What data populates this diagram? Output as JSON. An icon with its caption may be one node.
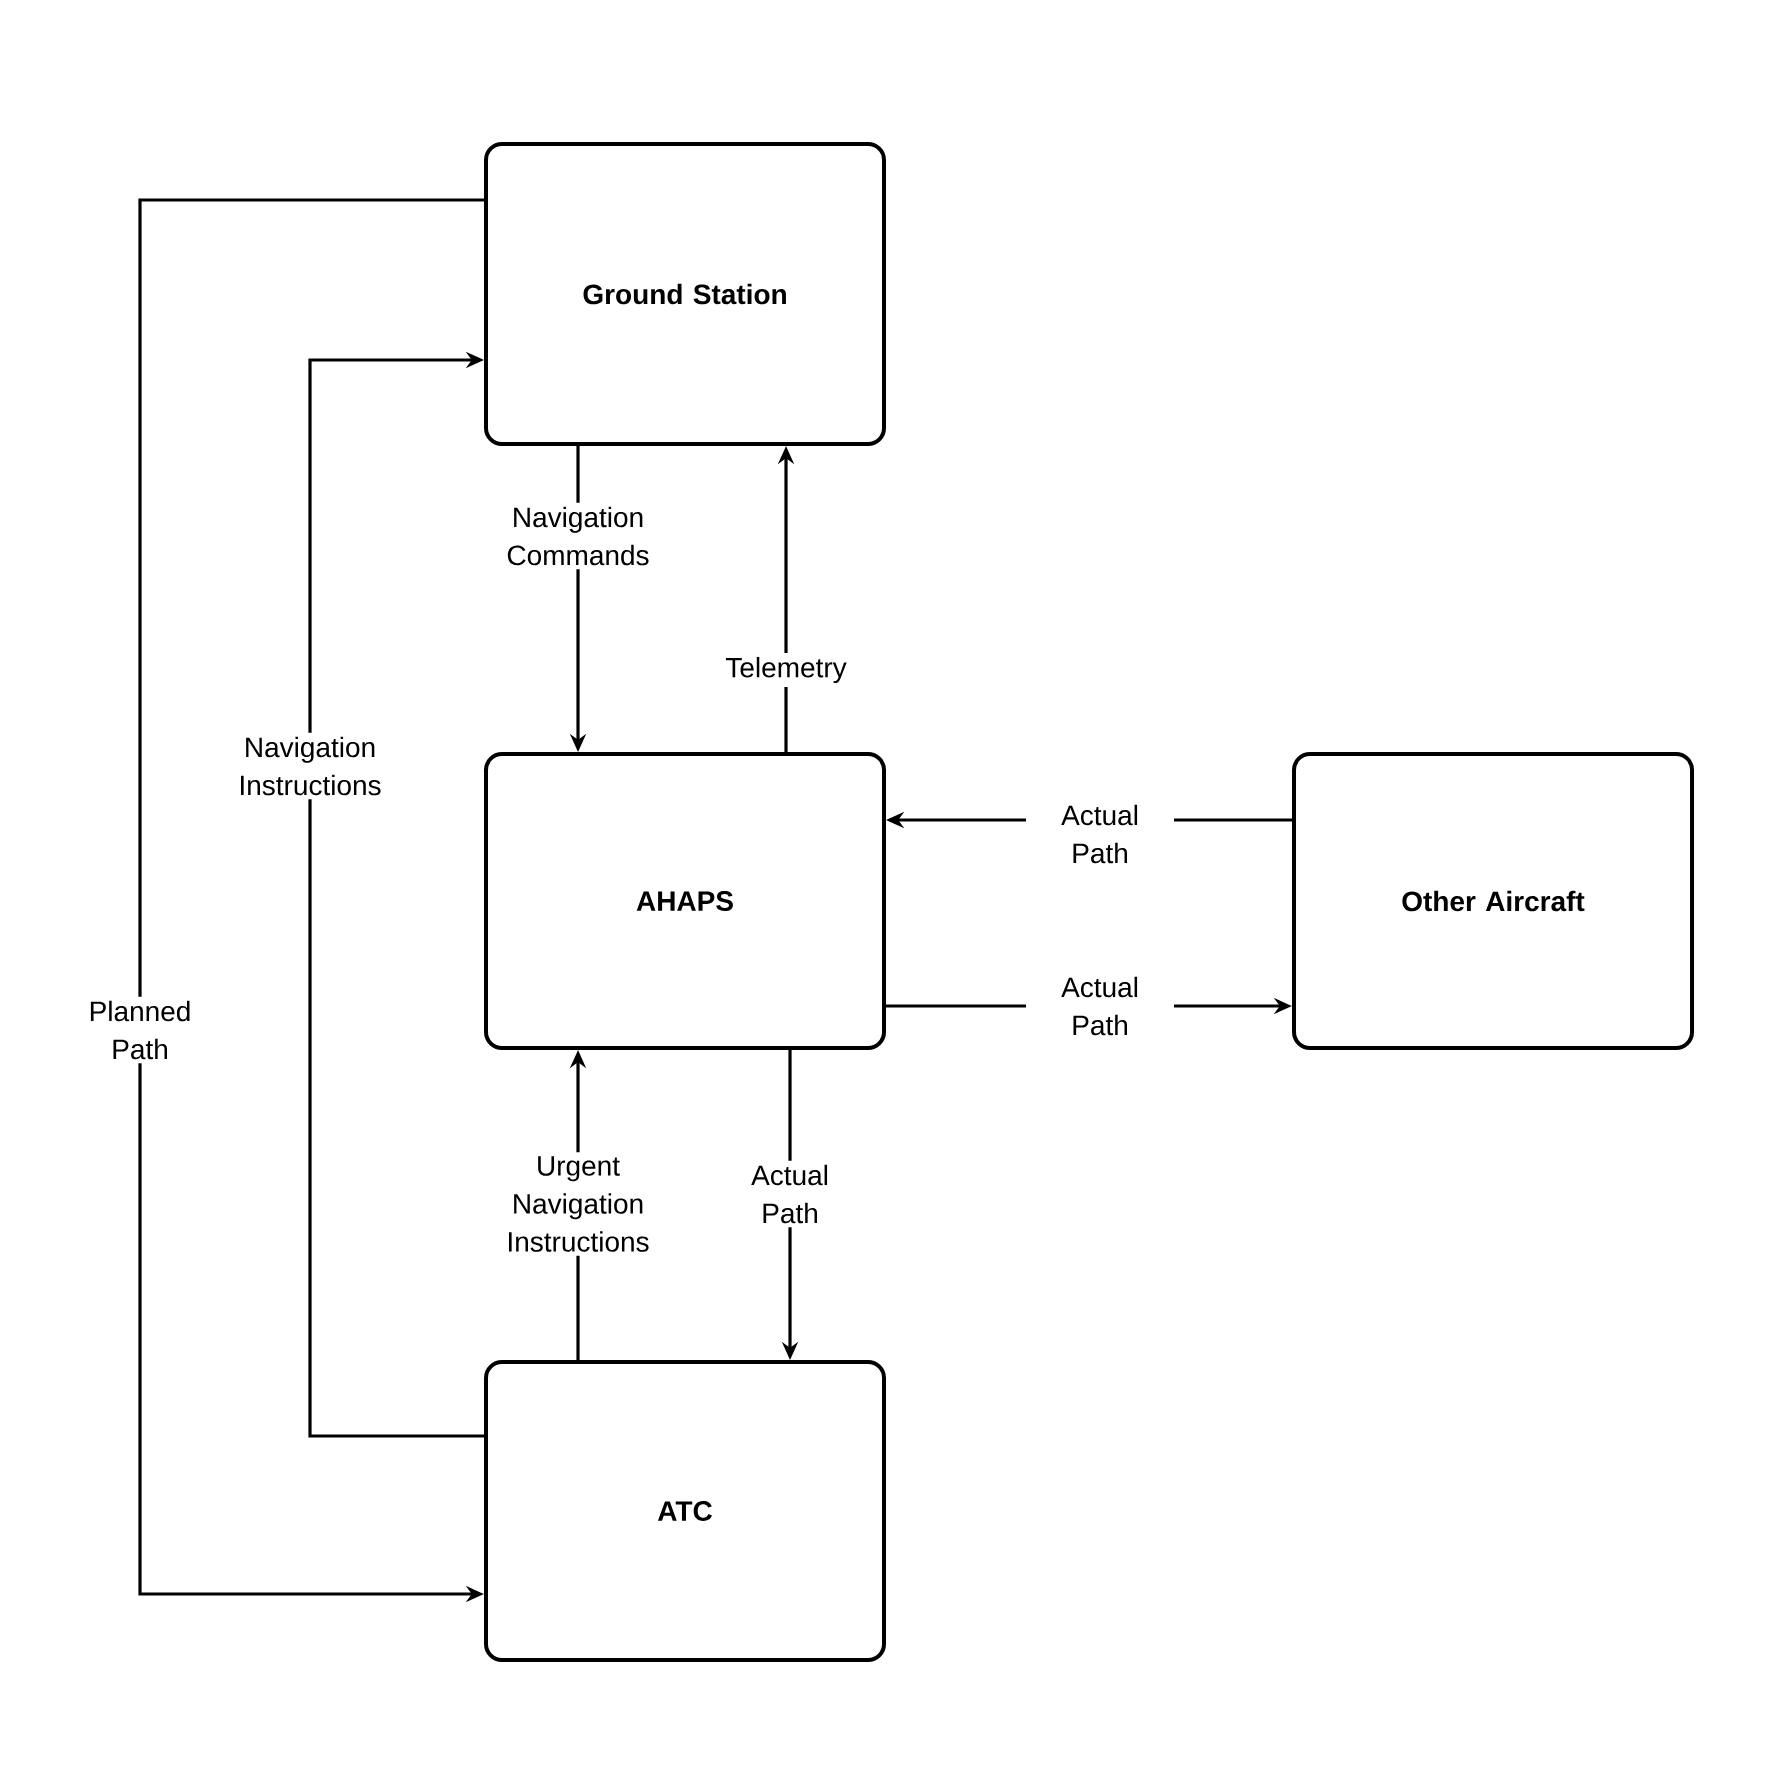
{
  "diagram": {
    "nodes": [
      {
        "text": [
          "Ground Station"
        ]
      },
      {
        "text": [
          "AHAPS"
        ]
      },
      {
        "text": [
          "Other Aircraft"
        ]
      },
      {
        "text": [
          "ATC"
        ]
      }
    ],
    "edges": [
      {
        "from": 3,
        "to": 0,
        "arrow": "to",
        "label": "Navigation Instructions"
      },
      {
        "from": 0,
        "to": 3,
        "arrow": "to",
        "label": "Planned Path"
      },
      {
        "from": 0,
        "to": 1,
        "arrow": "to",
        "label": "Navigation Commands"
      },
      {
        "from": 1,
        "to": 0,
        "arrow": "to",
        "label": "Telemetry"
      },
      {
        "from": 2,
        "to": 1,
        "arrow": "to",
        "label": "Actual Path"
      },
      {
        "from": 1,
        "to": 2,
        "arrow": "to",
        "label": "Actual Path"
      },
      {
        "from": 3,
        "to": 1,
        "arrow": "to",
        "label": "Urgent Navigation Instructions"
      },
      {
        "from": 1,
        "to": 3,
        "arrow": "to",
        "label": "Actual Path"
      }
    ]
  }
}
